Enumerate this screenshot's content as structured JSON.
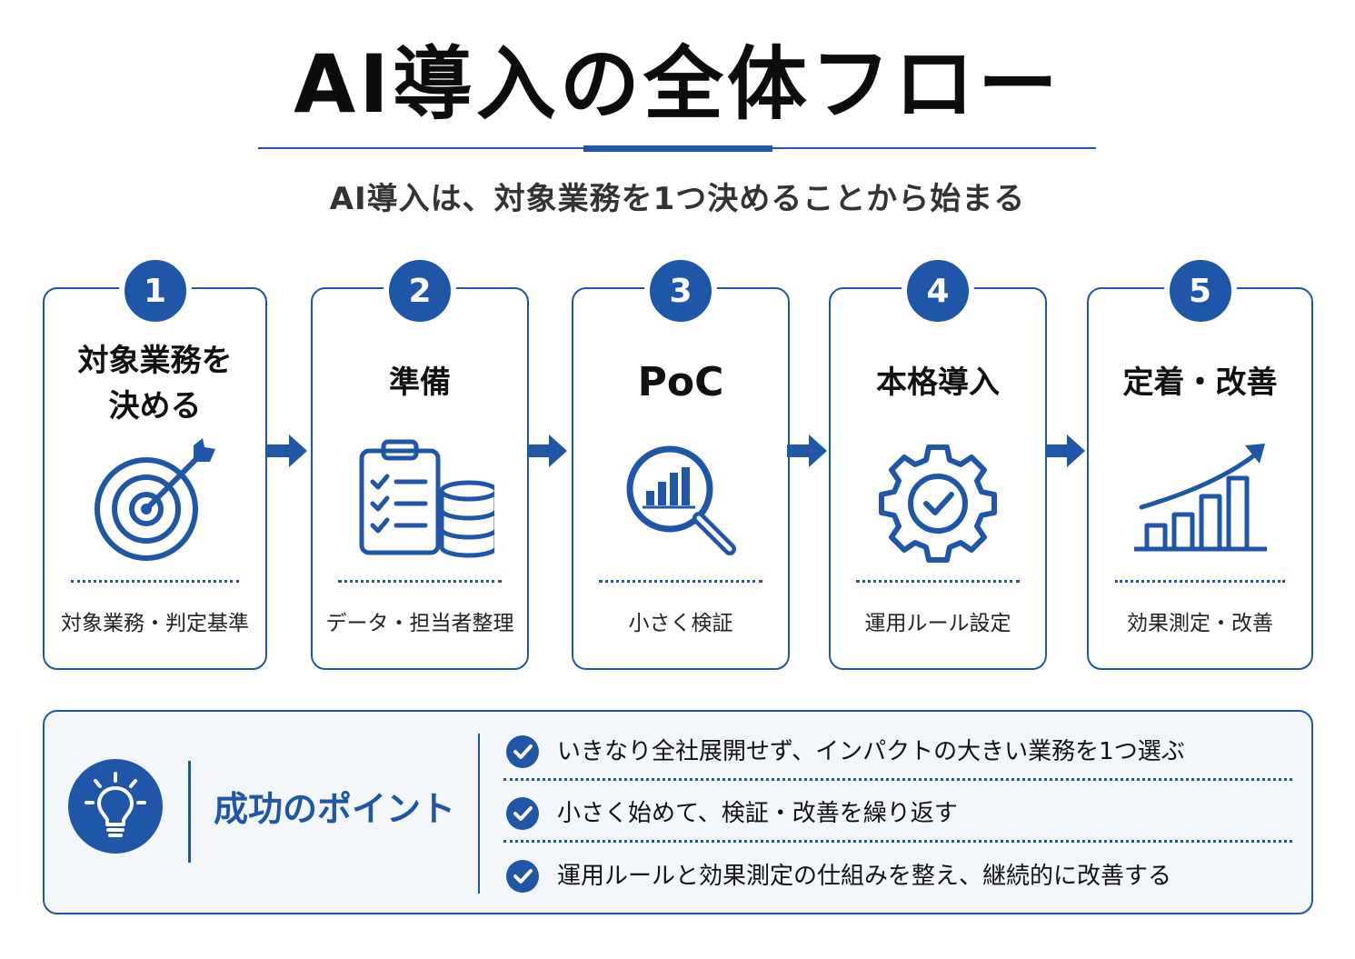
{
  "title": "AI導入の全体フロー",
  "subtitle": "AI導入は、対象業務を1つ決めることから始まる",
  "steps": [
    {
      "number": "1",
      "title": "対象業務を\n決める",
      "icon": "target-icon",
      "desc": "対象業務・判定基準"
    },
    {
      "number": "2",
      "title": "準備",
      "icon": "clipboard-database-icon",
      "desc": "データ・担当者整理"
    },
    {
      "number": "3",
      "title": "PoC",
      "icon": "chart-magnifier-icon",
      "desc": "小さく検証"
    },
    {
      "number": "4",
      "title": "本格導入",
      "icon": "gear-check-icon",
      "desc": "運用ルール設定"
    },
    {
      "number": "5",
      "title": "定着・改善",
      "icon": "growth-chart-icon",
      "desc": "効果測定・改善"
    }
  ],
  "tips": {
    "heading": "成功のポイント",
    "icon": "lightbulb-icon",
    "items": [
      "いきなり全社展開せず、インパクトの大きい業務を1つ選ぶ",
      "小さく始めて、検証・改善を繰り返す",
      "運用ルールと効果測定の仕組みを整え、継続的に改善する"
    ]
  },
  "colors": {
    "accent": "#1f56a8",
    "text": "#111111",
    "background": "#ffffff"
  }
}
